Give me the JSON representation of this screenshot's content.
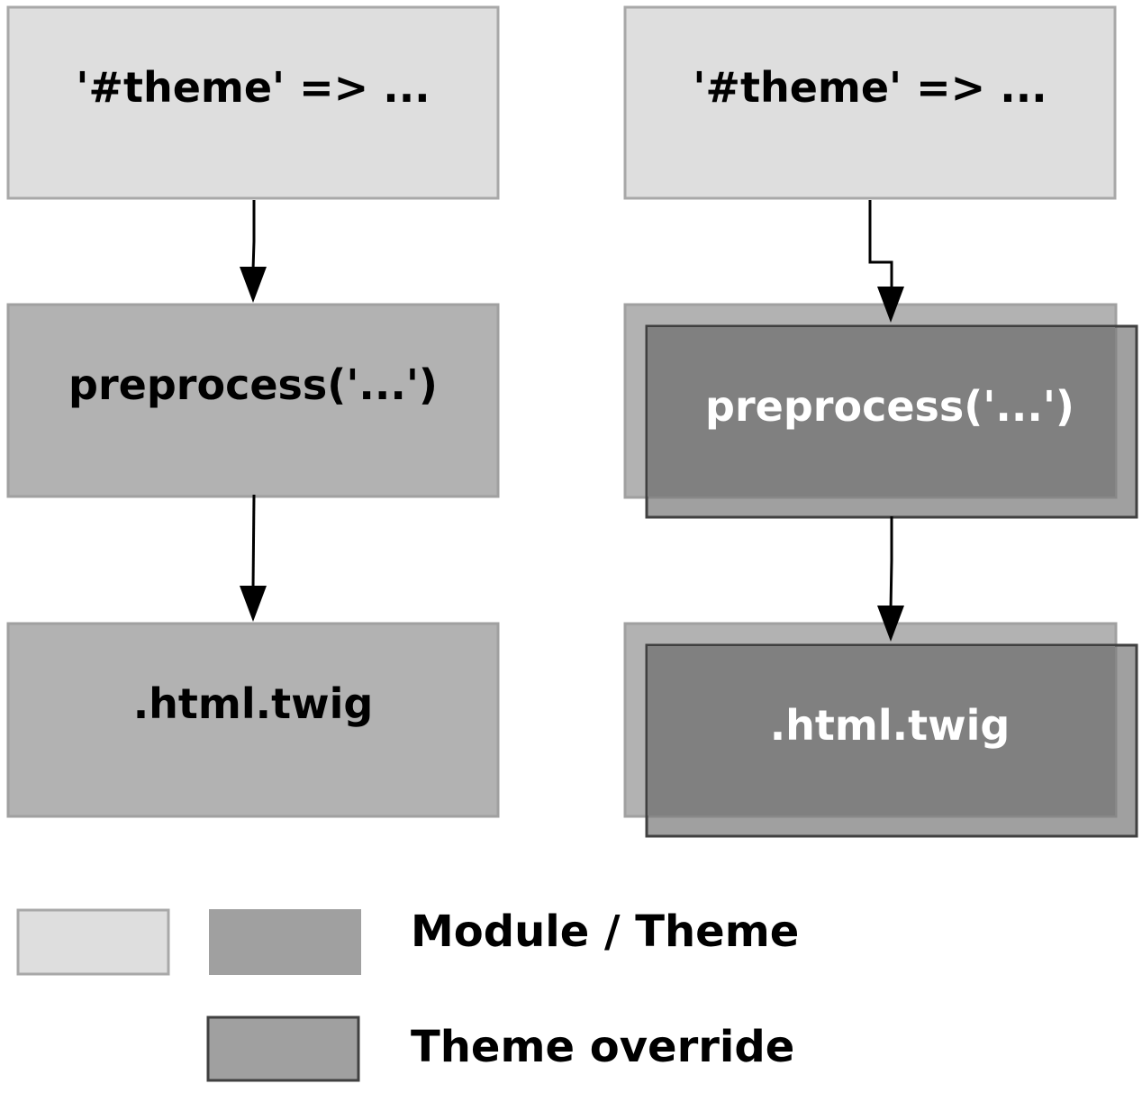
{
  "left_column": {
    "theme_call": "'#theme' => ...",
    "preprocess": "preprocess('...')",
    "template": ".html.twig"
  },
  "right_column": {
    "theme_call": "'#theme' => ...",
    "preprocess_override": "preprocess('...')",
    "template_override": ".html.twig"
  },
  "legend": {
    "module_theme_label": "Module / Theme",
    "theme_override_label": "Theme override"
  },
  "colors": {
    "light_box_fill": "#dedede",
    "light_box_stroke": "#a8a8a8",
    "mid_box_fill": "#b2b2b2",
    "mid_box_stroke": "#a0a0a0",
    "override_fill": "#808080",
    "override_stroke": "#404040",
    "arrow": "#000000",
    "override_text": "#ffffff"
  }
}
